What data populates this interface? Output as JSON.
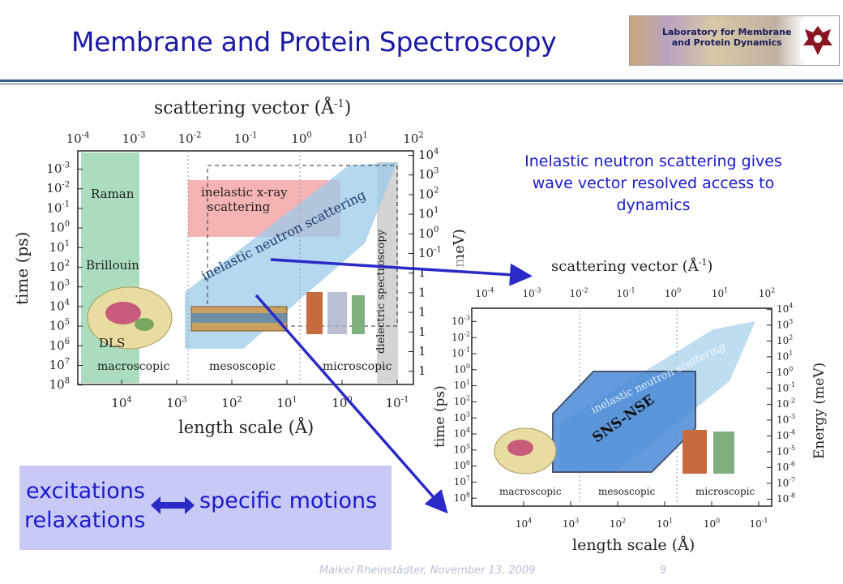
{
  "slide": {
    "title": "Membrane and Protein Spectroscopy",
    "logo_text": "Laboratory for Membrane\nand Protein Dynamics",
    "info_text": "Inelastic neutron scattering gives wave vector resolved access to dynamics",
    "box_left_line1": "excitations",
    "box_left_line2": "relaxations",
    "box_right": "specific motions",
    "footer_author": "Maikel Rheinstädter, November 13, 2009",
    "footer_page": "9"
  },
  "figure1": {
    "top_axis_label": "scattering vector (Å",
    "top_axis_sup": "-1",
    "top_ticks": [
      "10-4",
      "10-3",
      "10-2",
      "10-1",
      "100",
      "101",
      "102"
    ],
    "left_axis_label": "time (ps)",
    "left_ticks": [
      "10-3",
      "10-2",
      "10-1",
      "100",
      "101",
      "102",
      "103",
      "104",
      "105",
      "106",
      "107",
      "108"
    ],
    "right_ticks": [
      "104",
      "103",
      "102",
      "101",
      "100",
      "10-1",
      "1",
      "1",
      "1",
      "1",
      "1",
      "1"
    ],
    "right_axis_label": "meV)",
    "bottom_ticks": [
      "104",
      "103",
      "102",
      "101",
      "100",
      "10-1"
    ],
    "bottom_axis_label": "length scale (Å)",
    "regions": {
      "raman": "Raman",
      "brillouin": "Brillouin",
      "dls": "DLS",
      "xray_line1": "inelastic x-ray",
      "xray_line2": "scattering",
      "neutron": "inelastic neutron scattering",
      "dielectric": "dielectric spectroscopy",
      "macro": "macroscopic",
      "meso": "mesoscopic",
      "micro": "microscopic"
    }
  },
  "figure2": {
    "top_axis_label": "scattering vector (Å",
    "top_axis_sup": "-1",
    "top_ticks": [
      "10-4",
      "10-3",
      "10-2",
      "10-1",
      "100",
      "101",
      "102"
    ],
    "left_axis_label": "time (ps)",
    "left_ticks": [
      "10-3",
      "10-2",
      "10-1",
      "100",
      "101",
      "102",
      "103",
      "104",
      "105",
      "106",
      "107",
      "108"
    ],
    "right_ticks": [
      "104",
      "103",
      "102",
      "101",
      "100",
      "10-1",
      "10-2",
      "10-3",
      "10-4",
      "10-5",
      "10-6",
      "10-7",
      "10-8"
    ],
    "right_axis_label": "Energy (meV)",
    "bottom_ticks": [
      "104",
      "103",
      "102",
      "101",
      "100",
      "10-1"
    ],
    "bottom_axis_label": "length scale (Å)",
    "regions": {
      "neutron": "inelastic neutron scattering",
      "sns": "SNS-NSE",
      "macro": "macroscopic",
      "meso": "mesoscopic",
      "micro": "microscopic"
    }
  },
  "colors": {
    "title": "#1a1aa6",
    "arrow": "#2a2ac8",
    "box": "#c9c9f6",
    "neutron_band": "#9ccbea",
    "raman_band": "#8fd0a8",
    "xray_band": "#f29a9a",
    "sns_box": "#4a8ad8"
  }
}
